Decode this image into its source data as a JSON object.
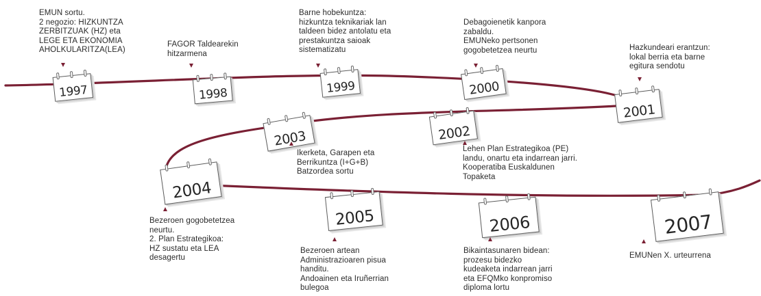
{
  "colors": {
    "line": "#7a2034",
    "text": "#2a2a2a"
  },
  "years": [
    "1997",
    "1998",
    "1999",
    "2000",
    "2001",
    "2002",
    "2003",
    "2004",
    "2005",
    "2006",
    "2007"
  ],
  "events": {
    "e1997": "EMUN sortu.\n2 negozio: HIZKUNTZA\nZERBITZUAK (HZ) eta\nLEGE ETA EKONOMIA\nAHOLKULARITZA(LEA)",
    "e1998": "FAGOR Taldearekin\nhitzarmena",
    "e1999": "Barne hobekuntza:\nhizkuntza teknikariak lan\ntaldeen bidez antolatu eta\nprestakuntza saioak\nsistematizatu",
    "e2000": "Debagoienetik kanpora\nzabaldu.\nEMUNeko pertsonen\ngogobetetzea neurtu",
    "e2001": "Hazkundeari erantzun:\nlokal berria eta barne\negitura sendotu",
    "e2002": "Lehen Plan Estrategikoa (PE)\nlandu, onartu eta indarrean jarri.\nKooperatiba Euskaldunen\nTopaketa",
    "e2003": "Ikerketa, Garapen eta\nBerrikuntza (I+G+B)\nBatzordea sortu",
    "e2004": "Bezeroen gogobetetzea\nneurtu.\n2. Plan Estrategikoa:\nHZ sustatu eta LEA\ndesagertu",
    "e2005": "Bezeroen artean\nAdministrazioaren pisua\nhanditu.\nAndoainen eta Iruñerrian\nbulegoa",
    "e2006": "Bikaintasunaren bidean:\nprozesu bidezko\nkudeaketa  indarrean jarri\neta EFQMko konpromiso\ndiploma lortu",
    "e2007": "EMUNen X. urteurrena"
  }
}
